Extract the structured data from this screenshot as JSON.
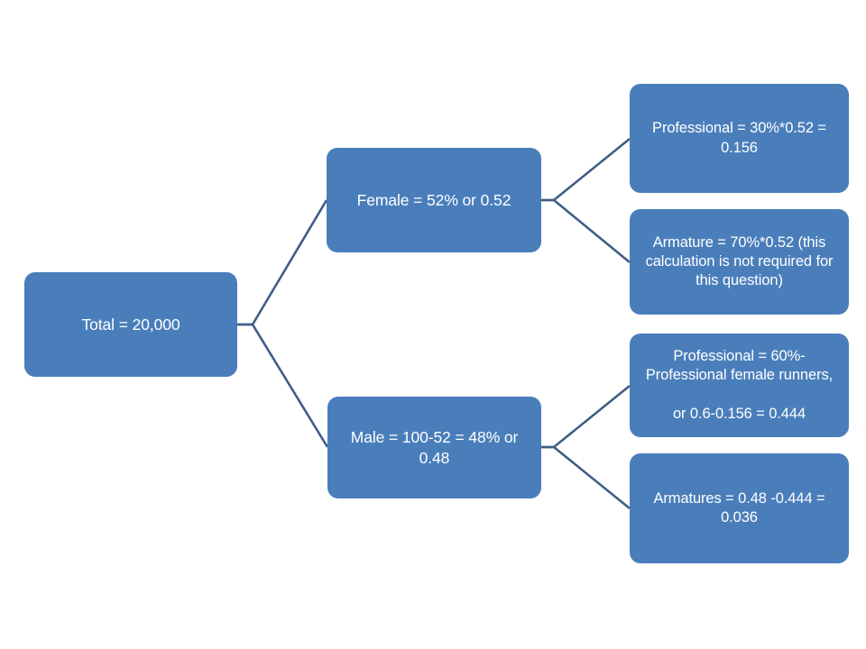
{
  "diagram": {
    "title": "Runner population breakdown tree",
    "colors": {
      "node_fill": "#4a7ebb",
      "node_text": "#ffffff",
      "connector": "#3f5d86",
      "background": "#ffffff"
    },
    "nodes": [
      {
        "id": "total",
        "text": "Total = 20,000"
      },
      {
        "id": "female",
        "text": "Female = 52% or 0.52"
      },
      {
        "id": "male",
        "text": "Male = 100-52 = 48% or 0.48"
      },
      {
        "id": "female_professional",
        "text": "Professional = 30%*0.52 = 0.156"
      },
      {
        "id": "female_armature",
        "text": "Armature = 70%*0.52 (this calculation is not required for this question)"
      },
      {
        "id": "male_professional",
        "text": "Professional = 60%-Professional female runners,\n\nor 0.6-0.156 = 0.444"
      },
      {
        "id": "male_armatures",
        "text": "Armatures = 0.48 -0.444 = 0.036"
      }
    ],
    "edges": [
      {
        "from": "total",
        "to": "female"
      },
      {
        "from": "total",
        "to": "male"
      },
      {
        "from": "female",
        "to": "female_professional"
      },
      {
        "from": "female",
        "to": "female_armature"
      },
      {
        "from": "male",
        "to": "male_professional"
      },
      {
        "from": "male",
        "to": "male_armatures"
      }
    ]
  }
}
